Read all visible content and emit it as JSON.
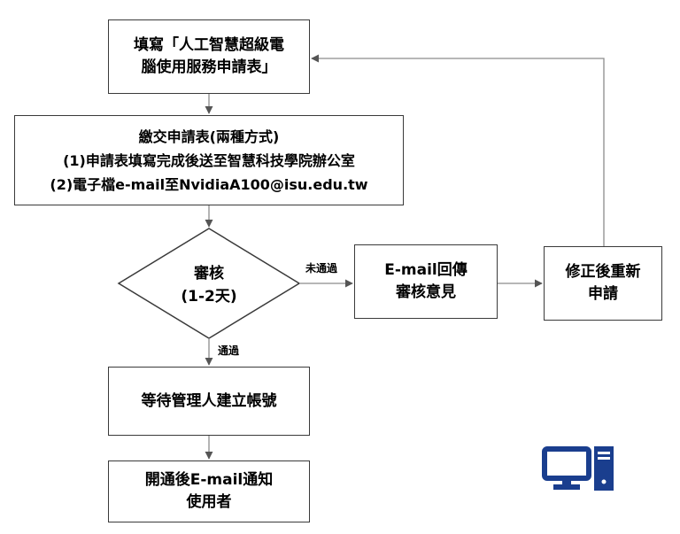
{
  "boxes": {
    "fill_form": {
      "line1": "填寫「人工智慧超級電",
      "line2": "腦使用服務申請表」"
    },
    "submit": {
      "line1": "繳交申請表(兩種方式)",
      "line2": "(1)申請表填寫完成後送至智慧科技學院辦公室",
      "line2_visual": "(1)申請表填寫完成後送至智慧科技學院辦公室",
      "line3": "(2)電子檔e-mail至NvidiaA100@isu.edu.tw"
    },
    "review": {
      "line1": "審核",
      "line2": "(1-2天)"
    },
    "email_feedback": {
      "line1": "E-mail回傳",
      "line2": "審核意見"
    },
    "revise": {
      "line1": "修正後重新",
      "line2": "申請"
    },
    "wait_account": {
      "line1": "等待管理人建立帳號"
    },
    "notify": {
      "line1": "開通後E-mail通知",
      "line2": "使用者"
    }
  },
  "edge_labels": {
    "rejected": "未通過",
    "approved": "通過"
  },
  "colors": {
    "line": "#3a3a3a",
    "connector": "#8c8c8c",
    "icon": "#1a3e8e"
  },
  "icons": [
    "computer-icon"
  ]
}
